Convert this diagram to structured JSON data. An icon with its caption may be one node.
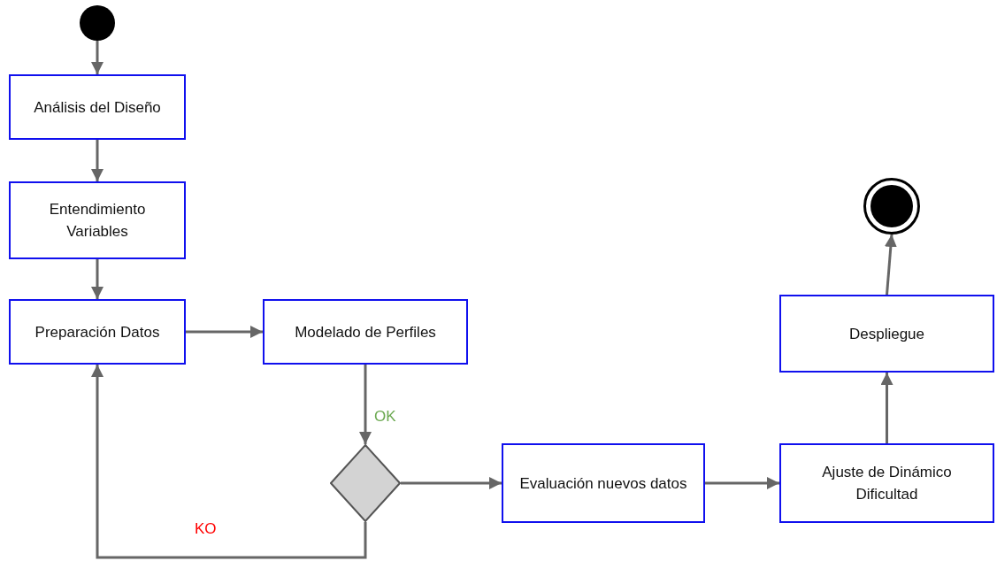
{
  "diagram": {
    "nodes": [
      {
        "text": [],
        "shape": "circle"
      },
      {
        "text": [
          "Análisis del Diseño"
        ]
      },
      {
        "text": [
          "Entendimiento Variables"
        ]
      },
      {
        "text": [
          "Preparación Datos"
        ]
      },
      {
        "text": [
          "Modelado de Perfiles"
        ]
      },
      {
        "text": [],
        "shape": "diamond"
      },
      {
        "text": [
          "Evaluación nuevos datos"
        ]
      },
      {
        "text": [
          "Ajuste de Dinámico Dificultad"
        ]
      },
      {
        "text": [
          "Despliegue"
        ]
      },
      {
        "text": [],
        "shape": "circle"
      }
    ],
    "edges": [
      {
        "from": 0,
        "to": 1,
        "arrow": "to"
      },
      {
        "from": 1,
        "to": 2,
        "arrow": "to"
      },
      {
        "from": 2,
        "to": 3,
        "arrow": "to"
      },
      {
        "from": 3,
        "to": 4,
        "arrow": "to"
      },
      {
        "from": 4,
        "to": 5,
        "arrow": "to",
        "label": "OK"
      },
      {
        "from": 5,
        "to": 3,
        "arrow": "to",
        "label": "KO"
      },
      {
        "from": 5,
        "to": 6,
        "arrow": "to"
      },
      {
        "from": 6,
        "to": 7,
        "arrow": "to"
      },
      {
        "from": 7,
        "to": 8,
        "arrow": "to"
      },
      {
        "from": 8,
        "to": 9,
        "arrow": "to"
      }
    ]
  }
}
